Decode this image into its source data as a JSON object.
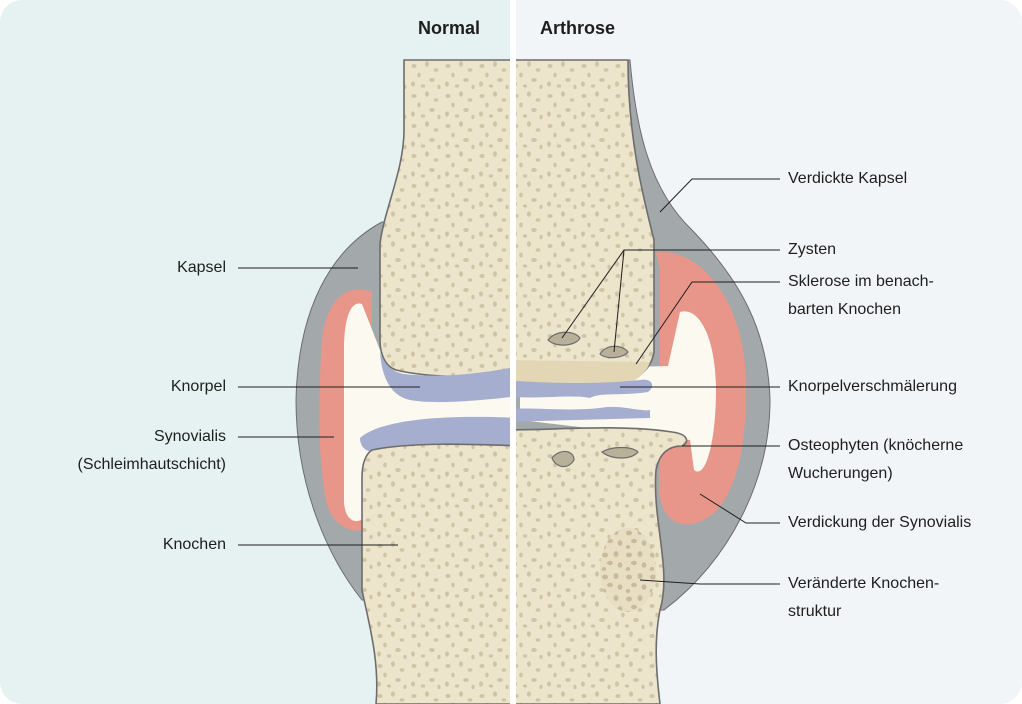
{
  "headers": {
    "normal": "Normal",
    "arthrose": "Arthrose"
  },
  "labels_left": {
    "kapsel": "Kapsel",
    "knorpel": "Knorpel",
    "synovialis_1": "Synovialis",
    "synovialis_2": "(Schleimhautschicht)",
    "knochen": "Knochen"
  },
  "labels_right": {
    "verdickte_kapsel": "Verdickte Kapsel",
    "zysten": "Zysten",
    "sklerose_1": "Sklerose im benach-",
    "sklerose_2": "barten Knochen",
    "knorpelverschmaelerung": "Knorpelverschmälerung",
    "osteophyten_1": "Osteophyten (knöcherne",
    "osteophyten_2": "Wucherungen)",
    "verdickung_synovialis": "Verdickung der Synovialis",
    "veraenderte_1": "Veränderte Knochen-",
    "veraenderte_2": "struktur"
  },
  "colors": {
    "panel_normal": "#e6f2f2",
    "panel_arthrose": "#f2f5f8",
    "capsule": "#a3a8ab",
    "synovialis": "#e8968a",
    "cartilage": "#a6aed0",
    "bone": "#ede4cc",
    "bone_pores": "#cec3a4",
    "outline": "#6d6d6d"
  }
}
